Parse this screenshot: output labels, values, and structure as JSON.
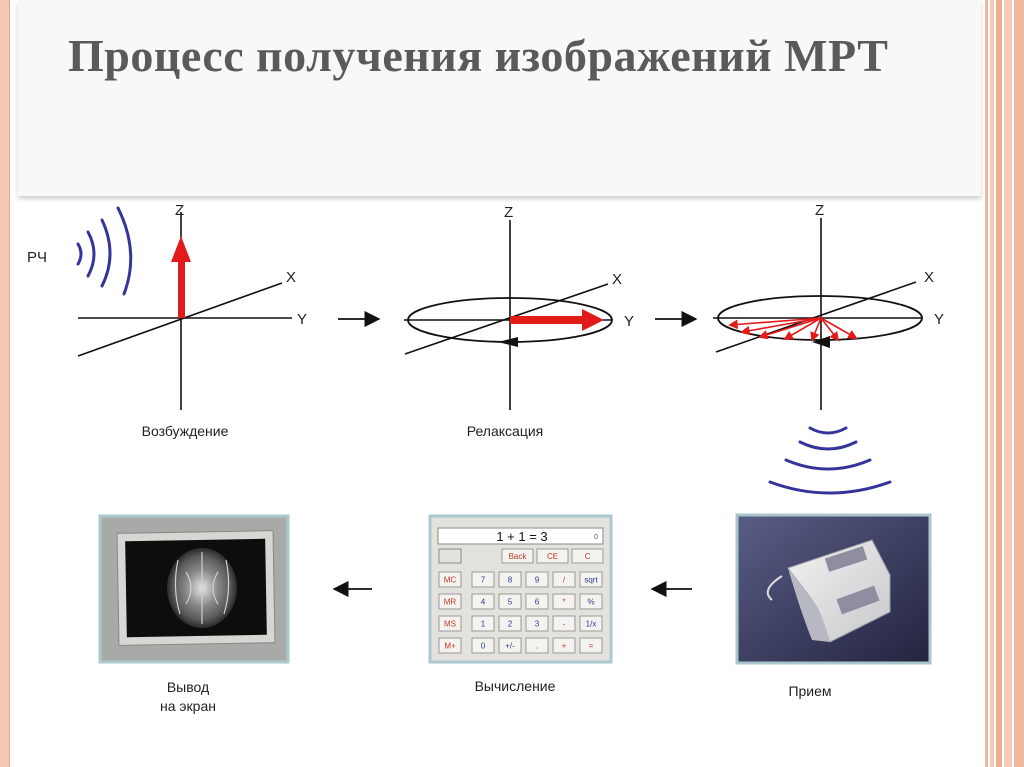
{
  "slide": {
    "title": "Процесс получения изображений МРТ"
  },
  "diagram": {
    "rf_label": "РЧ",
    "axis": {
      "z": "Z",
      "x": "X",
      "y": "Y"
    },
    "steps": {
      "excitation": "Возбуждение",
      "relaxation": "Релаксация",
      "reception": "Прием",
      "computation": "Вычисление",
      "display_line1": "Вывод",
      "display_line2": "на экран"
    },
    "calculator": {
      "display": "1 + 1 = 3",
      "display_small": "0",
      "top_buttons": [
        "Back",
        "CE",
        "C"
      ],
      "memory_buttons": [
        "MC",
        "MR",
        "MS",
        "M+"
      ],
      "keys": [
        [
          "7",
          "8",
          "9",
          "/",
          "sqrt"
        ],
        [
          "4",
          "5",
          "6",
          "*",
          "%"
        ],
        [
          "1",
          "2",
          "3",
          "-",
          "1/x"
        ],
        [
          "0",
          "+/-",
          ".",
          "+",
          "="
        ]
      ]
    },
    "colors": {
      "accent_red": "#e21b1b",
      "wave_blue": "#35349a",
      "frame_salmon": "#f3c9b5"
    }
  }
}
